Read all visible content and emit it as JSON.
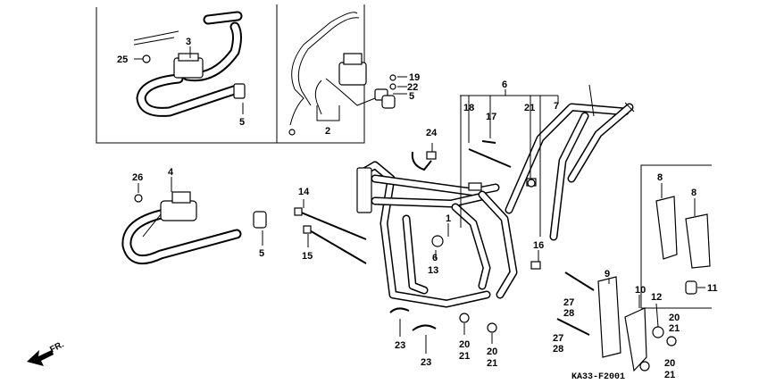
{
  "figure": {
    "diagram_code": "KA33-F2001",
    "direction_label": "FR."
  },
  "callouts": {
    "c3": "3",
    "c25": "25",
    "c5a": "5",
    "c19": "19",
    "c22": "22",
    "c5b": "5",
    "c2": "2",
    "c6a": "6",
    "c18": "18",
    "c17": "17",
    "c21a": "21",
    "c7": "7",
    "c24": "24",
    "c26": "26",
    "c4": "4",
    "c14": "14",
    "c5c": "5",
    "c15": "15",
    "c1": "1",
    "c6b": "6",
    "c13": "13",
    "c16": "16",
    "c8a": "8",
    "c8b": "8",
    "c11": "11",
    "c9": "9",
    "c10": "10",
    "c12": "12",
    "c27a": "27",
    "c28a": "28",
    "c27b": "27",
    "c28b": "28",
    "c20a": "20",
    "c21b": "21",
    "c20b": "20",
    "c21c": "21",
    "c20c": "20",
    "c21d": "21",
    "c20d": "20",
    "c21e": "21",
    "c23a": "23",
    "c23b": "23"
  }
}
